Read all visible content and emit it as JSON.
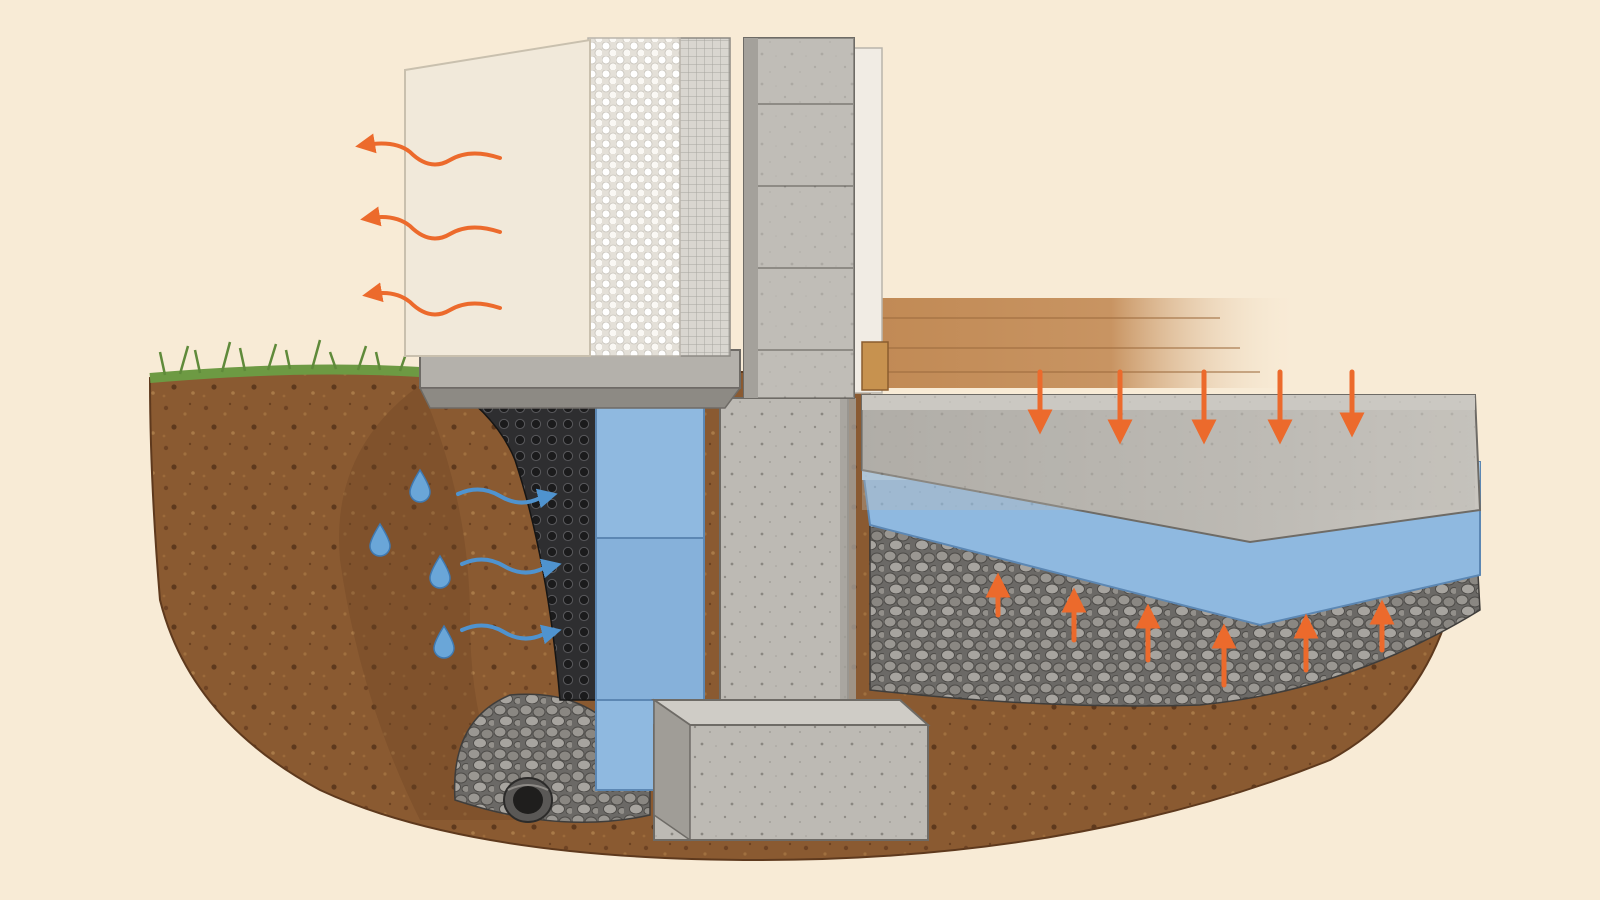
{
  "diagram": {
    "components": [
      "exterior-render",
      "facade-insulation-board",
      "reinforcing-mesh",
      "masonry-block-wall",
      "interior-finish",
      "wooden-floor",
      "skirting",
      "concrete-floor-slab",
      "under-slab-insulation",
      "gravel-bed",
      "plinth-ledge",
      "foundation-wall",
      "strip-footing",
      "perimeter-insulation",
      "dimpled-drainage-membrane",
      "drain-pipe",
      "drainage-gravel",
      "soil",
      "grass"
    ],
    "flows": {
      "heat_loss_arrows": 3,
      "water_drops": 4,
      "water_pressure_arrows": 3,
      "load_down_arrows": 5,
      "upward_pressure_arrows": 6
    },
    "colors": {
      "background": "#f8ebd6",
      "heat_arrow": "#ec6a2c",
      "water_arrow": "#4f93cf",
      "insulation_blue": "#8fb9e0",
      "concrete": "#bdbab4",
      "soil": "#8a5a31",
      "wood": "#c18a55",
      "render": "#f1e9da"
    }
  }
}
